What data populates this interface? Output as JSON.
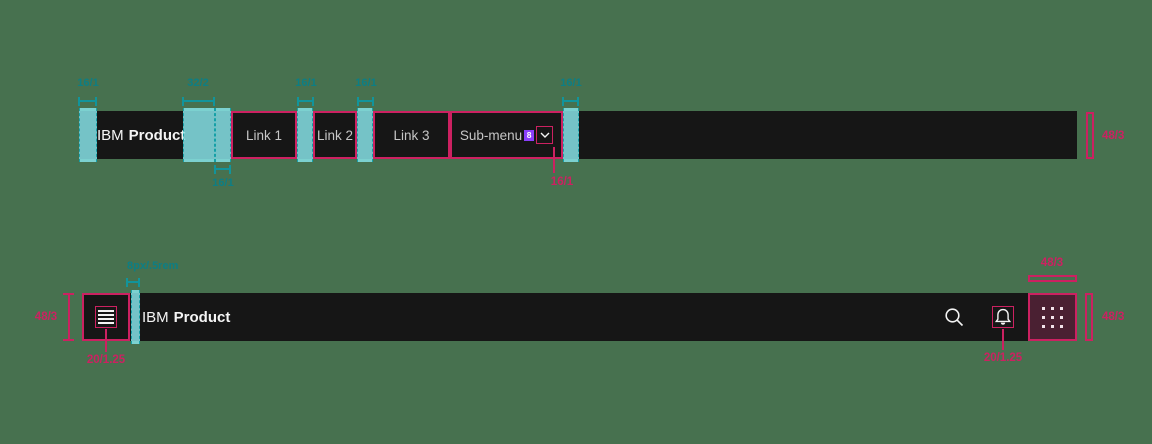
{
  "colors": {
    "background": "#47714f",
    "header_bar": "#161616",
    "annotation_pink": "#cc2161",
    "annotation_teal": "#0d7e84",
    "spacer_teal_fill": "#86e2e6",
    "badge_purple": "#8a3ffc",
    "app_switcher_fill": "#4a2032",
    "link_text": "#c6c6c6",
    "brand_text": "#f4f4f4"
  },
  "top_header": {
    "brand_prefix": "IBM",
    "brand_name": "Product",
    "nav": [
      {
        "label": "Link 1"
      },
      {
        "label": "Link 2"
      },
      {
        "label": "Link 3"
      }
    ],
    "submenu_label": "Sub-menu",
    "submenu_badge": "8",
    "annotations": {
      "left_padding": "16/1",
      "brand_gap": "32/2",
      "item_padding_below": "16/1",
      "gap_link1_link2": "16/1",
      "gap_link2_link3": "16/1",
      "gap_after_submenu": "16/1",
      "chevron_size": "16/1",
      "bar_height": "48/3"
    }
  },
  "bottom_header": {
    "brand_prefix": "IBM",
    "brand_name": "Product",
    "annotations": {
      "bar_height_left": "48/3",
      "menu_icon_size": "20/1.25",
      "menu_brand_gap": "8px/.5rem",
      "bell_icon_size": "20/1.25",
      "switcher_width": "48/3",
      "switcher_height": "48/3"
    },
    "icons": {
      "menu": "menu-icon",
      "search": "search-icon",
      "notifications": "notification-bell-icon",
      "app_switcher": "app-switcher-icon"
    }
  }
}
